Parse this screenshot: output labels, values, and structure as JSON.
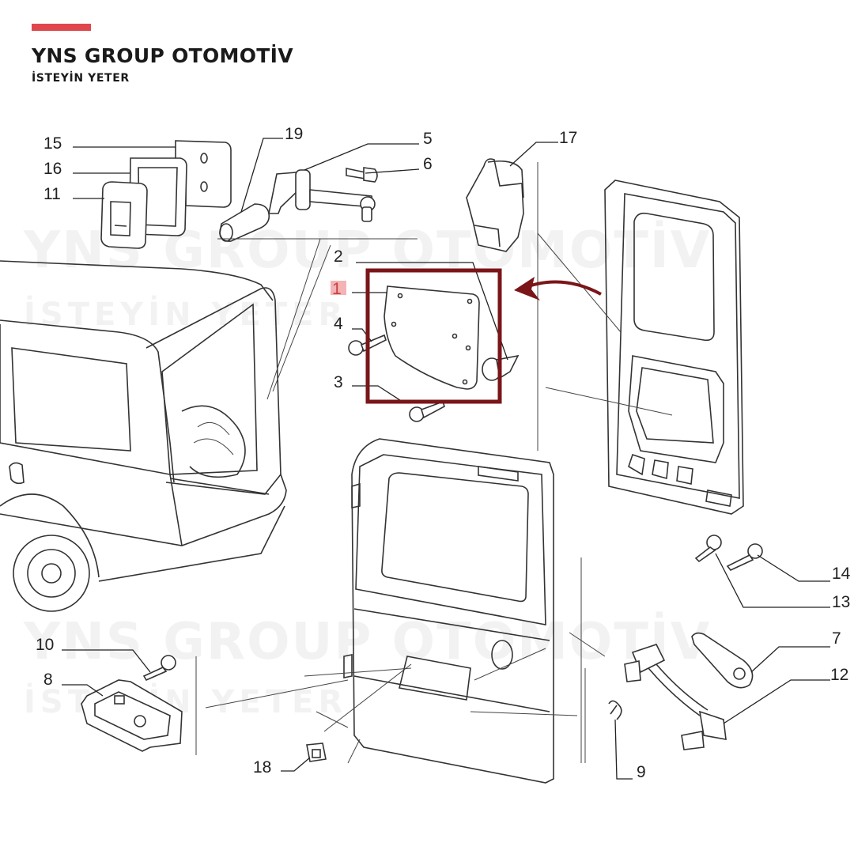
{
  "brand": {
    "name": "YNS GROUP OTOMOTİV",
    "tagline": "İSTEYİN YETER",
    "accent_color": "#e0474c"
  },
  "watermark": {
    "line1": "YNS GROUP OTOMOTİV",
    "line2": "İSTEYİN YETER"
  },
  "highlight": {
    "part": "1",
    "box_color": "#7a1518",
    "arrow_color": "#7a1518"
  },
  "callouts": {
    "p1": "1",
    "p2": "2",
    "p3": "3",
    "p4": "4",
    "p5": "5",
    "p6": "6",
    "p7": "7",
    "p8": "8",
    "p9": "9",
    "p10": "10",
    "p11": "11",
    "p12": "12",
    "p13": "13",
    "p14": "14",
    "p15": "15",
    "p16": "16",
    "p17": "17",
    "p18": "18",
    "p19": "19"
  }
}
